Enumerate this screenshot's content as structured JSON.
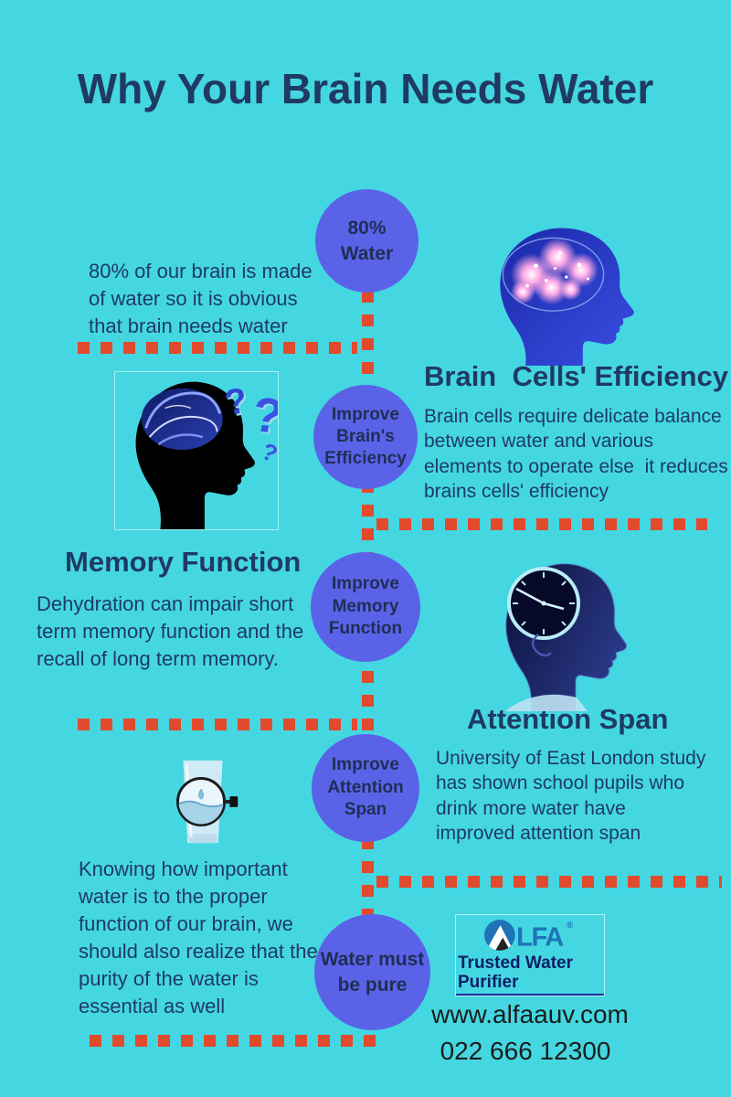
{
  "title": "Why Your Brain Needs Water",
  "steps": {
    "water80": {
      "circle": "80%\nWater",
      "body": "80% of our brain is made\nof water so it is obvious\nthat brain needs water"
    },
    "brain_efficiency": {
      "heading": "Brain  Cells' Efficiency",
      "circle": "Improve\nBrain's\nEfficiency",
      "body": "Brain cells require delicate balance\nbetween water and various\nelements to operate else  it reduces\nbrains cells' efficiency"
    },
    "memory": {
      "heading": "Memory Function",
      "circle": "Improve\nMemory\nFunction",
      "body": "Dehydration can impair short\nterm memory function and the\nrecall of long term memory."
    },
    "attention": {
      "heading": "Attention Span",
      "circle": "Improve\nAttention\nSpan",
      "body": "University of East London study\nhas shown school pupils who\ndrink more water have\nimproved attention span"
    },
    "purity": {
      "circle": "Water must\nbe pure",
      "body": "Knowing how important\nwater is to the proper\nfunction of our brain, we\nshould also realize that the\npurity of the water is\nessential as well"
    }
  },
  "footer": {
    "logo_letters": "LFA",
    "registered_mark": "®",
    "tagline": "Trusted Water Purifier",
    "website": "www.alfaauv.com",
    "phone": "022 666 12300"
  },
  "images": {
    "glowing_brain_head": "glowing-brain-head-illustration",
    "thinking_head": "black-head-with-brain-and-question-marks",
    "clock_head": "head-with-clock-illustration",
    "water_glass": "water-glass-under-magnifier",
    "logo": "alfa-uv-logo"
  },
  "colors": {
    "background": "#44d7e1",
    "ink": "#1f3a63",
    "circle_fill": "#5a63e8",
    "circle_text": "#1d2f55",
    "dash": "#e24a2d",
    "logo_blue": "#1e73b8",
    "footer_text": "#1c1c1c"
  }
}
